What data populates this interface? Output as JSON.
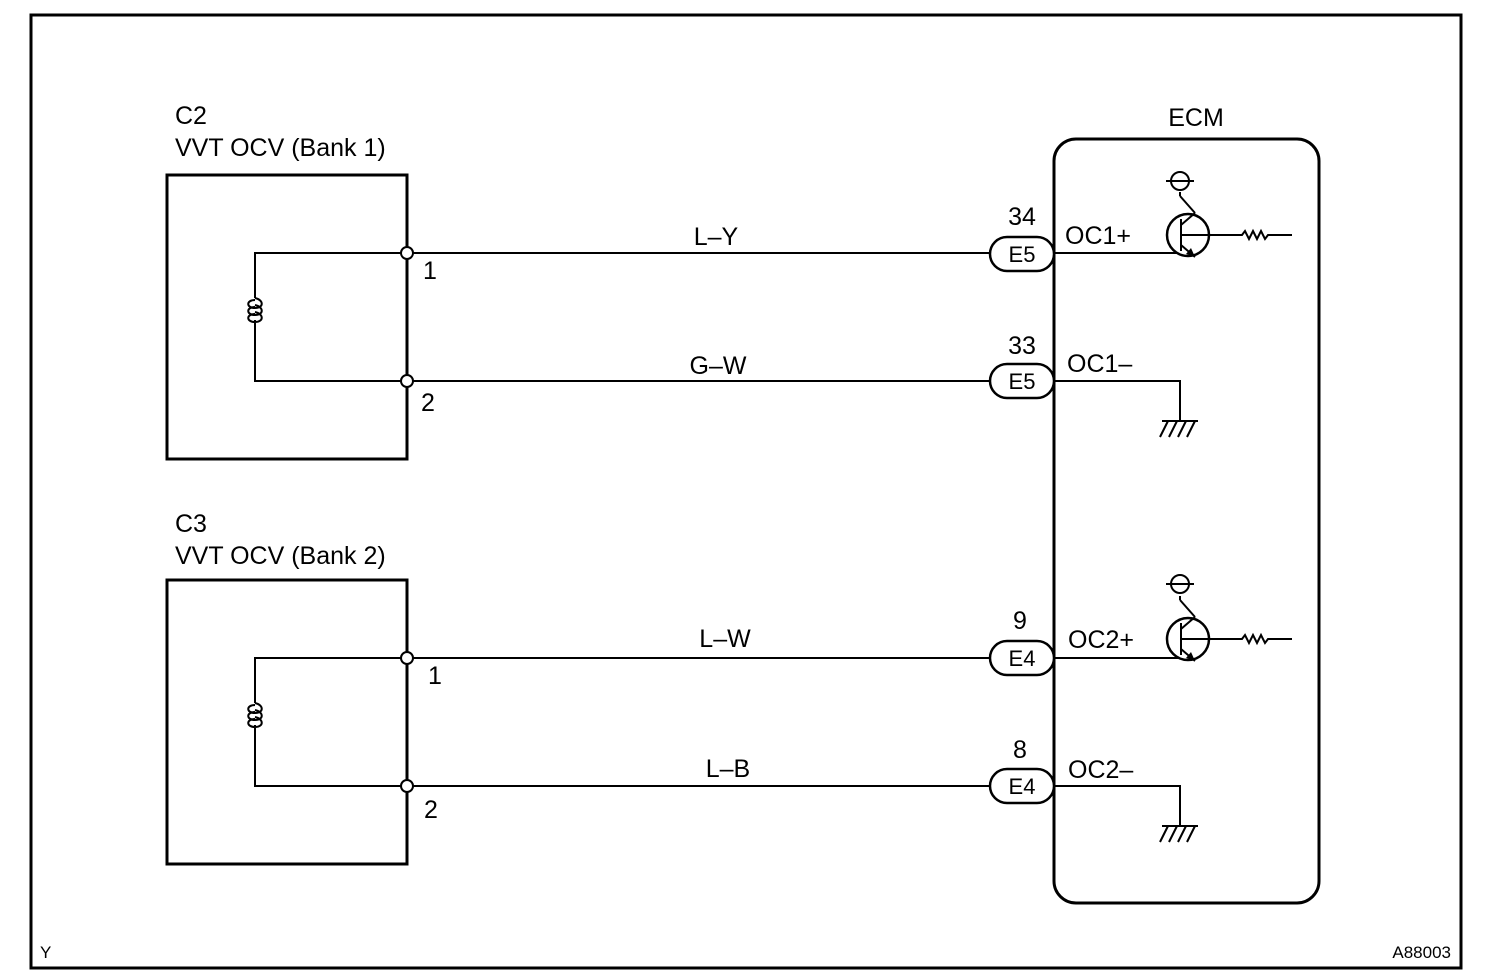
{
  "component1": {
    "code": "C2",
    "name": "VVT OCV (Bank 1)"
  },
  "component2": {
    "code": "C3",
    "name": "VVT OCV (Bank 2)"
  },
  "ecm": {
    "label": "ECM"
  },
  "wires": [
    {
      "color_code": "L–Y",
      "comp_pin": "1",
      "ecm_pin": "34",
      "connector": "E5",
      "signal": "OC1+"
    },
    {
      "color_code": "G–W",
      "comp_pin": "2",
      "ecm_pin": "33",
      "connector": "E5",
      "signal": "OC1–"
    },
    {
      "color_code": "L–W",
      "comp_pin": "1",
      "ecm_pin": "9",
      "connector": "E4",
      "signal": "OC2+"
    },
    {
      "color_code": "L–B",
      "comp_pin": "2",
      "ecm_pin": "8",
      "connector": "E4",
      "signal": "OC2–"
    }
  ],
  "corner_left": "Y",
  "figure_id": "A88003"
}
